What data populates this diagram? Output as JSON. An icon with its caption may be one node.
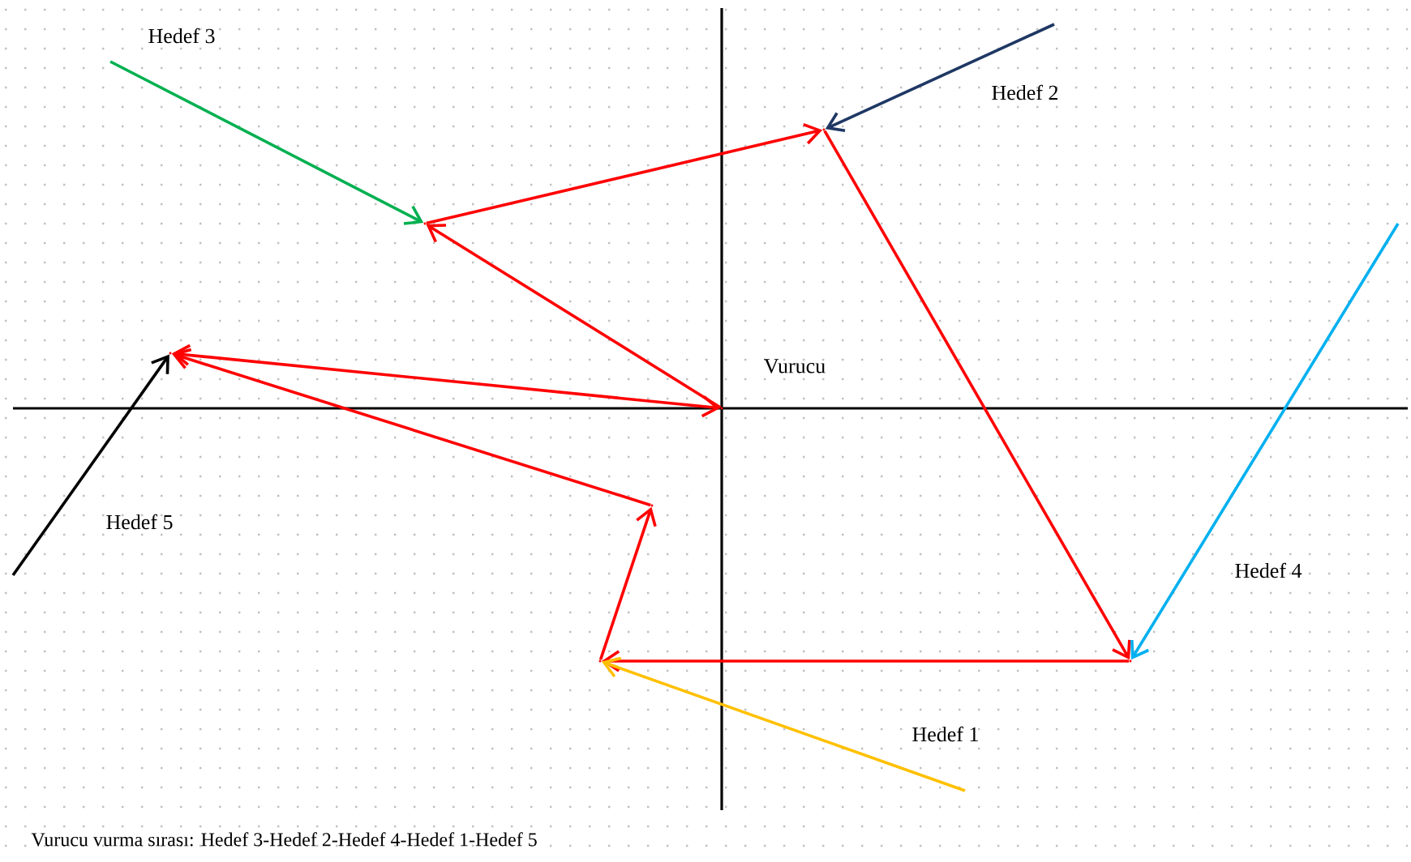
{
  "diagram": {
    "caption": "Vurucu vurma sırası: Hedef 3-Hedef 2-Hedef 4-Hedef 1-Hedef 5",
    "nodes": [
      {
        "text": [],
        "shape": "point",
        "beside": [
          "Vurucu"
        ]
      },
      {
        "text": [],
        "shape": "point"
      },
      {
        "text": [],
        "shape": "point"
      },
      {
        "text": [],
        "shape": "point"
      },
      {
        "text": [],
        "shape": "point"
      },
      {
        "text": [],
        "shape": "point"
      },
      {
        "text": [],
        "shape": "point"
      }
    ],
    "edges": [
      {
        "from": 0,
        "to": 1,
        "arrow": "to"
      },
      {
        "from": 1,
        "to": 2,
        "arrow": "to"
      },
      {
        "from": 2,
        "to": 3,
        "arrow": "to"
      },
      {
        "from": 3,
        "to": 4,
        "arrow": "to"
      },
      {
        "from": 4,
        "to": 5,
        "arrow": "to"
      },
      {
        "from": 5,
        "to": 6,
        "arrow": "to"
      },
      {
        "from": 6,
        "to": 0,
        "arrow": "both"
      },
      {
        "from": null,
        "to": 1,
        "arrow": "to",
        "color": "#00b050"
      },
      {
        "from": null,
        "to": 2,
        "arrow": "to",
        "color": "#1f3864"
      },
      {
        "from": null,
        "to": 3,
        "arrow": "to",
        "color": "#00b0f0"
      },
      {
        "from": null,
        "to": 4,
        "arrow": "to",
        "color": "#ffc000"
      },
      {
        "from": null,
        "to": 6,
        "arrow": "to",
        "color": "#000000"
      }
    ],
    "labels": [
      "Hedef 3",
      "Hedef 2",
      "Hedef 5",
      "Hedef 4",
      "Hedef 1"
    ]
  }
}
